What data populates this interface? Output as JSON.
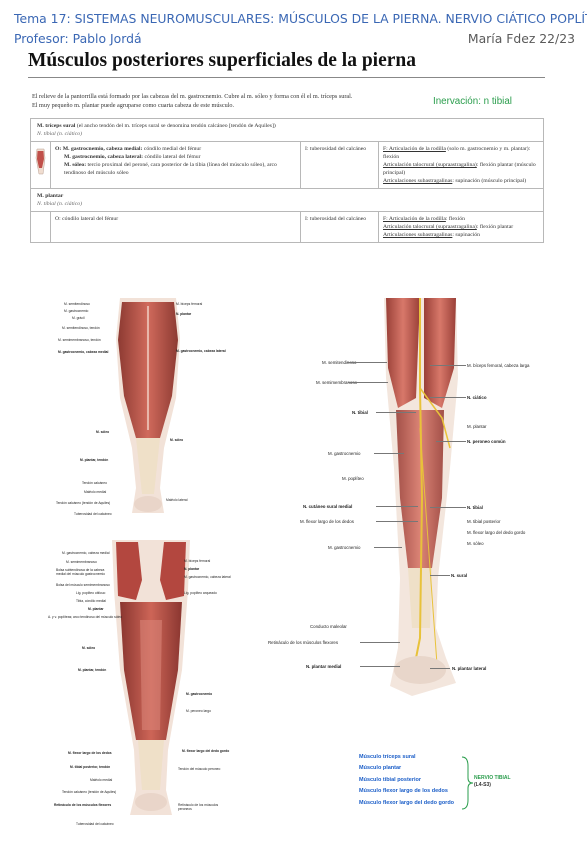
{
  "header": {
    "line1": "Tema 17: SISTEMAS NEUROMUSCULARES: MÚSCULOS DE LA PIERNA. NERVIO CIÁTICO POPLÍTEO.",
    "line2": "Profesor: Pablo Jordá",
    "author": "María Fdez 22/23"
  },
  "title": "Músculos posteriores superficiales de la pierna",
  "intro": [
    "El relieve de la pantorrilla está formado por las cabezas del m. gastrocnemio. Cubre al m. sóleo y forma con él el m. tríceps sural.",
    "El muy pequeño m. plantar puede agruparse como cuarta cabeza de este músculo."
  ],
  "innervation": "Inervación: n tibial",
  "table": {
    "triceps": {
      "name": "M. tríceps sural",
      "desc": " (el ancho tendón del m. tríceps sural se denomina tendón calcáneo [tendón de Aquiles])",
      "nerve": "N. tibial (n. ciático)",
      "origins": [
        {
          "label": "O: M. gastrocnemio, cabeza medial:",
          "text": " cóndilo medial del fémur"
        },
        {
          "label": "M. gastrocnemio, cabeza lateral:",
          "text": " cóndilo lateral del fémur"
        },
        {
          "label": "M. sóleo:",
          "text": " tercio proximal del peroné, cara posterior de la tibia (línea del músculo sóleo), arco tendinoso del músculo sóleo"
        }
      ],
      "insertion": "I: tuberosidad del calcáneo",
      "function": [
        {
          "u": "F: Articulación de la rodilla",
          "t": " (solo m. gastrocnemio y m. plantar): flexión"
        },
        {
          "u": "Articulación talocrural (supraastragalina)",
          "t": ": flexión plantar (músculo principal)"
        },
        {
          "u": "Articulaciones subastragalinas",
          "t": ": supinación (músculo principal)"
        }
      ]
    },
    "plantar": {
      "name": "M. plantar",
      "nerve": "N. tibial (n. ciático)",
      "origin": "O: cóndilo lateral del fémur",
      "insertion": "I: tuberosidad del calcáneo",
      "function": [
        {
          "u": "F: Articulación de la rodilla",
          "t": ": flexión"
        },
        {
          "u": "Articulación talocrural (supraastragalina)",
          "t": ": flexión plantar"
        },
        {
          "u": "Articulaciones subastragalinas",
          "t": ": supinación"
        }
      ]
    }
  },
  "fig_top_left": {
    "left": [
      "M. semitendinoso",
      "M. gastrocnemio",
      "M. grácil",
      "M. semitendinoso, tendón",
      "M. semimembranoso, tendón",
      "M. gastrocnemio, cabeza medial",
      "M. sóleo",
      "M. plantar, tendón",
      "Tendón calcáneo",
      "Maléolo medial",
      "Tendón calcáneo (tendón de Aquiles)",
      "Tuberosidad del calcáneo"
    ],
    "right": [
      "M. bíceps femoral",
      "N. plantar",
      "M. gastrocnemio, cabeza lateral",
      "M. sóleo",
      "Maléolo lateral"
    ]
  },
  "fig_bottom_left": {
    "left": [
      "M. gastrocnemio, cabeza medial",
      "M. semimembranoso",
      "Bolsa subtendinosa de la cabeza medial del músculo gastrocnemio",
      "Bolsa del músculo semimembranoso",
      "Lig. poplíteo oblicuo",
      "Tibia, cóndilo medial",
      "M. plantar",
      "A. y v. poplíteas; arco tendinoso del músculo sóleo",
      "M. sóleo",
      "M. plantar, tendón",
      "M. flexor largo de los dedos",
      "M. tibial posterior, tendón",
      "Maléolo medial",
      "Tendón calcáneo (tendón de Aquiles)",
      "Retináculo de los músculos flexores",
      "Tuberosidad del calcáneo"
    ],
    "right": [
      "M. bíceps femoral",
      "N. plantar",
      "M. gastrocnemio, cabeza lateral",
      "Lig. poplíteo arqueado",
      "M. gastrocnemio",
      "M. peroneo largo",
      "M. flexor largo del dedo gordo",
      "Tendón del músculo peroneo",
      "Retináculo de los músculos peroneos"
    ]
  },
  "fig_right": {
    "left": [
      "M. semitendinoso",
      "M. semimembranoso",
      "N. tibial",
      "M. gastrocnemio",
      "M. poplíteo",
      "N. cutáneo sural medial",
      "M. flexor largo de los dedos",
      "M. gastrocnemio",
      "Conducto maleolar",
      "Retináculo de los músculos flexores",
      "N. plantar medial"
    ],
    "right": [
      "M. bíceps femoral, cabeza larga",
      "N. ciático",
      "M. plantar",
      "N. peroneo común",
      "N. tibial",
      "M. tibial posterior",
      "M. flexor largo del dedo gordo",
      "M. sóleo",
      "N. sural",
      "N. plantar lateral"
    ]
  },
  "legend": [
    "Músculo tríceps sural",
    "Músculo plantar",
    "Músculo tibial posterior",
    "Músculo flexor largo de los dedos",
    "Músculo flexor largo del dedo gordo"
  ],
  "nerve_group": {
    "label": "NERVIO TIBIAL",
    "ref": "(L4-S3)"
  },
  "colors": {
    "header": "#3a67b4",
    "innervation": "#2a9d4c",
    "legend": "#1b5ec8",
    "muscle": "#c0504a"
  }
}
